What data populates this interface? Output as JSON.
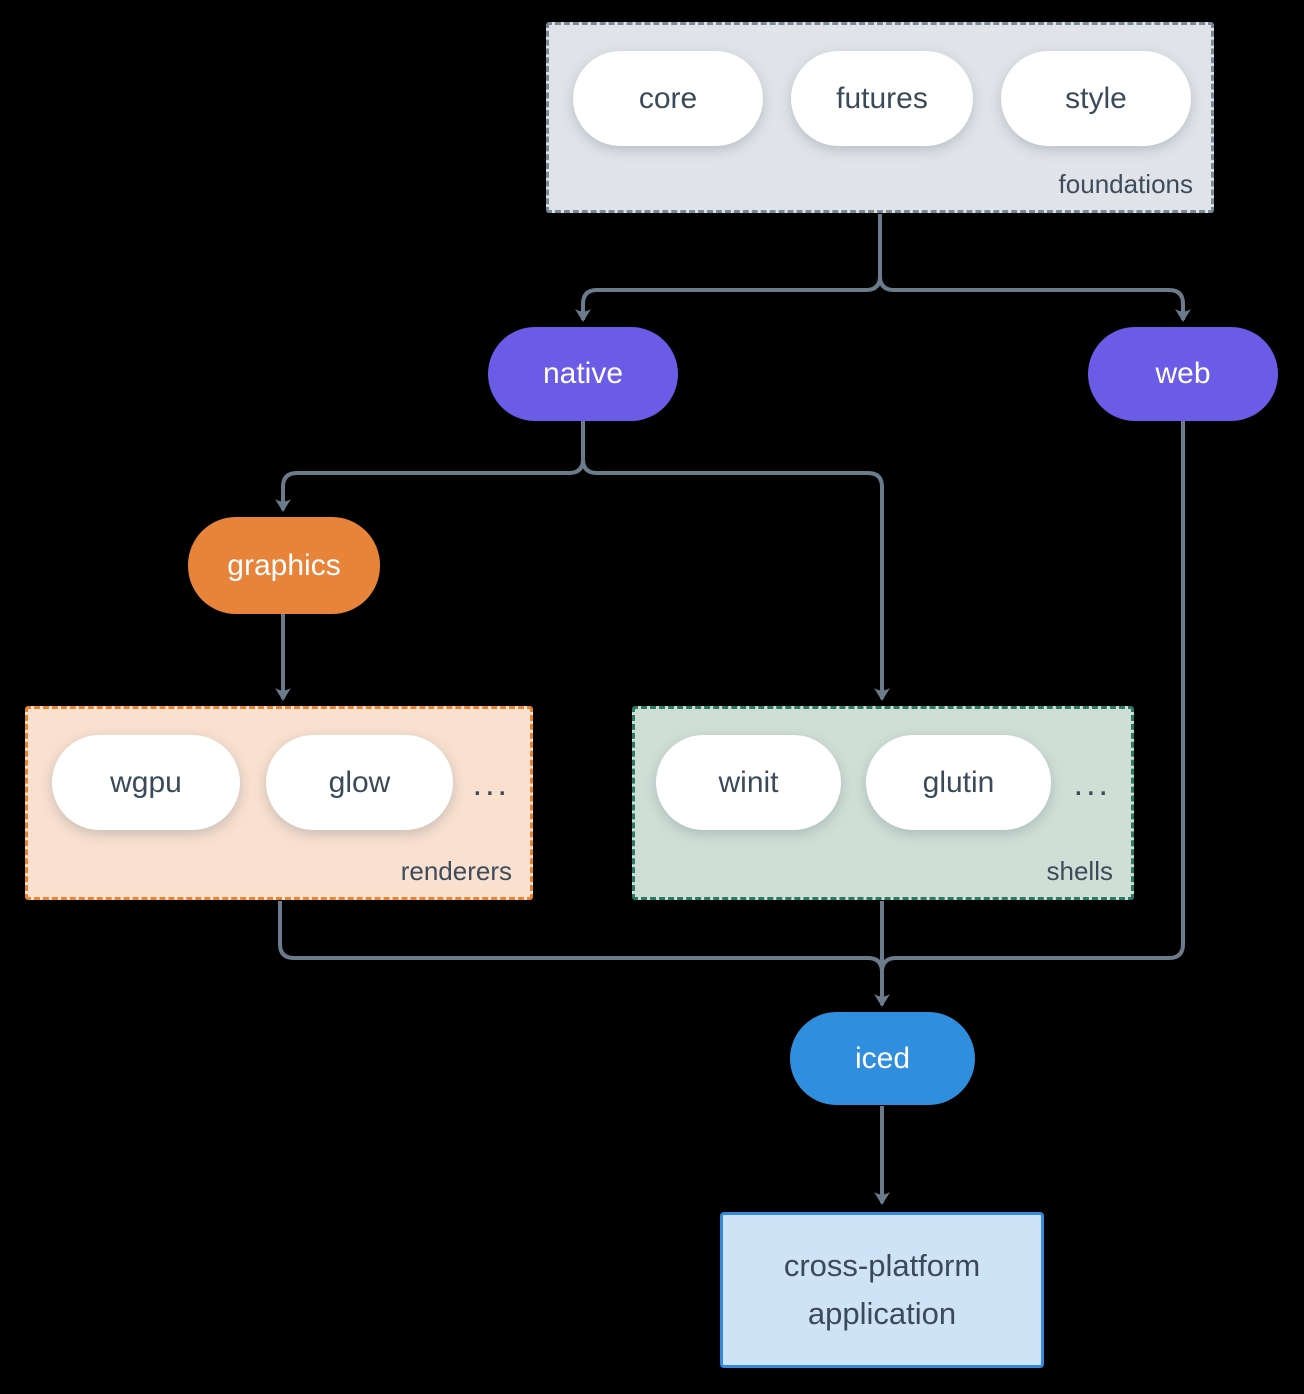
{
  "diagram": {
    "foundations": {
      "label": "foundations",
      "pills": [
        "core",
        "futures",
        "style"
      ]
    },
    "native": {
      "label": "native"
    },
    "web": {
      "label": "web"
    },
    "graphics": {
      "label": "graphics"
    },
    "renderers": {
      "label": "renderers",
      "pills": [
        "wgpu",
        "glow"
      ],
      "ellipsis": "..."
    },
    "shells": {
      "label": "shells",
      "pills": [
        "winit",
        "glutin"
      ],
      "ellipsis": "..."
    },
    "iced": {
      "label": "iced"
    },
    "application": {
      "lines": [
        "cross-platform",
        "application"
      ]
    },
    "edges": [
      {
        "from": "foundations",
        "to": "native"
      },
      {
        "from": "foundations",
        "to": "web"
      },
      {
        "from": "native",
        "to": "graphics"
      },
      {
        "from": "native",
        "to": "shells"
      },
      {
        "from": "graphics",
        "to": "renderers"
      },
      {
        "from": "renderers",
        "to": "iced"
      },
      {
        "from": "shells",
        "to": "iced"
      },
      {
        "from": "web",
        "to": "iced"
      },
      {
        "from": "iced",
        "to": "application"
      }
    ]
  },
  "colors": {
    "background": "#000000",
    "arrow": "#6b7b8b",
    "purple_node": "#6b5ce8",
    "orange_node": "#e8833a",
    "blue_node": "#2f8ede",
    "text_dark": "#3b4a59",
    "foundations_fill": "#e0e4e8",
    "foundations_border": "#7b8a99",
    "renderers_fill": "#f9e0cf",
    "renderers_border": "#e8842f",
    "shells_fill": "#cfdfd6",
    "shells_border": "#2a7a68",
    "app_fill": "#cfe3f7",
    "app_border": "#3389dd"
  }
}
